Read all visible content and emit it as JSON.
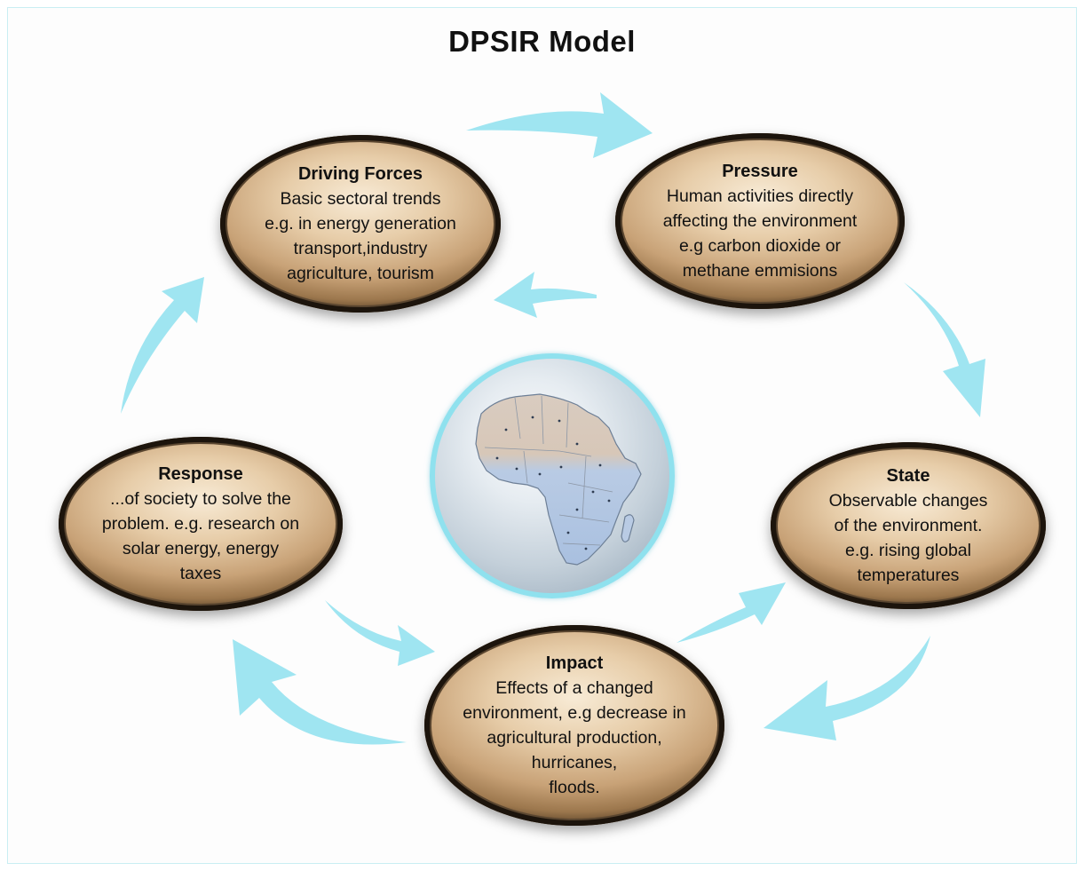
{
  "title": "DPSIR Model",
  "colors": {
    "arrow": "#9fe5f1",
    "node_fill": "#d9b98f",
    "node_rim": "#1c140c",
    "globe_rim": "#8fe1ee"
  },
  "nodes": {
    "driving_forces": {
      "heading": "Driving Forces",
      "lines": [
        "Basic sectoral trends",
        "e.g. in energy generation",
        "transport,industry",
        "agriculture, tourism"
      ]
    },
    "pressure": {
      "heading": "Pressure",
      "lines": [
        "Human activities directly",
        "affecting the environment",
        "e.g carbon dioxide or",
        "methane emmisions"
      ]
    },
    "state": {
      "heading": "State",
      "lines": [
        "Observable changes",
        "of the environment.",
        "e.g. rising global",
        "temperatures"
      ]
    },
    "impact": {
      "heading": "Impact",
      "lines": [
        "Effects of a changed",
        "environment, e.g decrease in",
        "agricultural production,",
        "hurricanes,",
        "floods."
      ]
    },
    "response": {
      "heading": "Response",
      "lines": [
        "...of society to solve the",
        "problem. e.g. research on",
        "solar energy, energy",
        "taxes"
      ]
    }
  },
  "center_image": "africa-globe-icon"
}
